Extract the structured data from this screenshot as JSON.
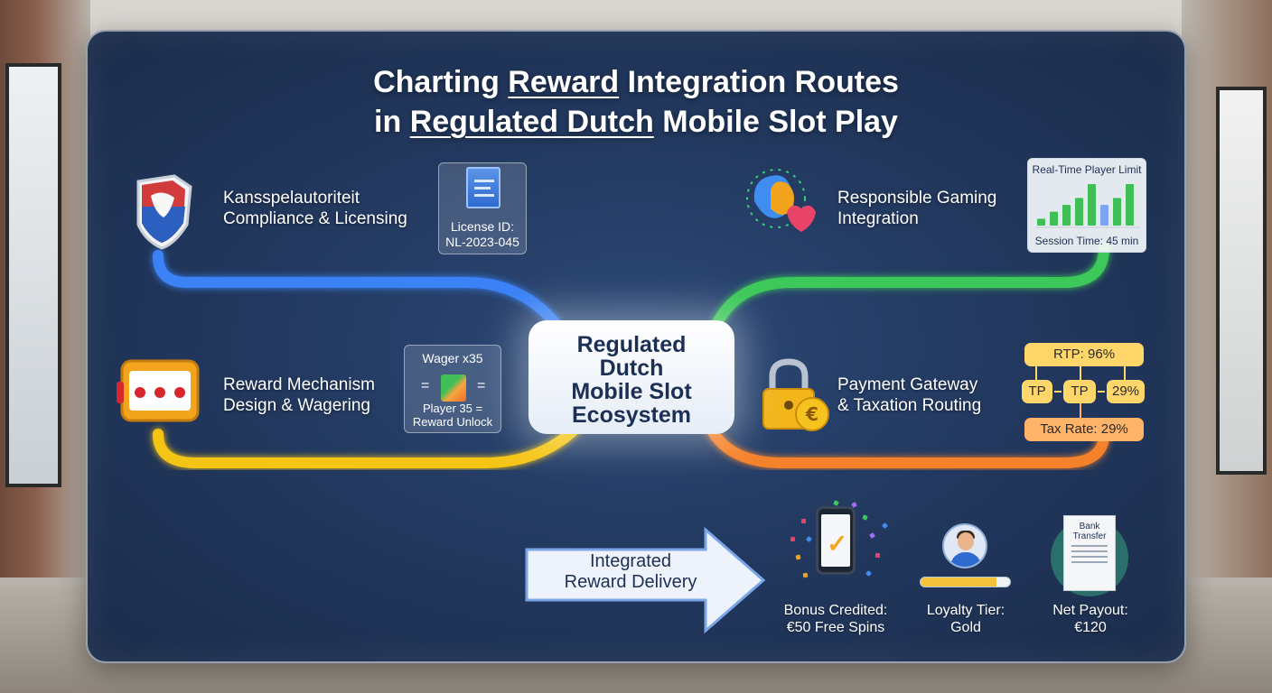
{
  "title": {
    "line1_pre": "Charting ",
    "line1_em": "Reward",
    "line1_post": " Integration Routes",
    "line2_pre": "in ",
    "line2_em": "Regulated Dutch",
    "line2_post": " Mobile Slot Play"
  },
  "center": {
    "lines": [
      "Regulated",
      "Dutch",
      "Mobile Slot",
      "Ecosystem"
    ]
  },
  "nodes": {
    "compliance": {
      "line1": "Kansspelautoriteit",
      "line2": "Compliance & Licensing",
      "icon": "dutch-lion-shield-icon"
    },
    "reward": {
      "line1": "Reward Mechanism",
      "line2": "Design & Wagering",
      "icon": "slot-machine-icon"
    },
    "responsible": {
      "line1": "Responsible Gaming",
      "line2": "Integration",
      "icon": "brain-heart-icon"
    },
    "payment": {
      "line1": "Payment Gateway",
      "line2": "& Taxation Routing",
      "icon": "padlock-euro-icon"
    }
  },
  "license_card": {
    "line1": "License ID:",
    "line2": "NL-2023-045",
    "icon": "document-icon"
  },
  "wager_card": {
    "line1": "Wager x35",
    "eq": "=",
    "line2": "Player 35 =",
    "line3": "Reward Unlock"
  },
  "realtime_card": {
    "title": "Real-Time Player Limit",
    "footer": "Session Time: 45 min",
    "bars": [
      1,
      2,
      3,
      4,
      6,
      3,
      4,
      6
    ],
    "bar_colors": [
      "#3fbf55",
      "#3fbf55",
      "#3fbf55",
      "#3fbf55",
      "#3fbf55",
      "#7ea6f0",
      "#3fbf55",
      "#3fbf55"
    ]
  },
  "tax_flow": {
    "rtp": "RTP: 96%",
    "tp1": "TP",
    "tp2": "TP",
    "pct": "29%",
    "tax": "Tax Rate: 29%"
  },
  "delivery": {
    "line1": "Integrated",
    "line2": "Reward Delivery",
    "icon": "arrow-right-icon"
  },
  "rewards": [
    {
      "line1": "Bonus Credited:",
      "line2": "€50 Free Spins",
      "icon": "phone-check-icon"
    },
    {
      "line1": "Loyalty Tier:",
      "line2": "Gold",
      "icon": "avatar-icon",
      "progress": 0.85
    },
    {
      "line1": "Net Payout:",
      "line2": "€120",
      "icon": "receipt-icon",
      "receipt_line1": "Bank",
      "receipt_line2": "Transfer"
    }
  ],
  "colors": {
    "blue_route": "#3b82f6",
    "yellow_route": "#f5c518",
    "green_route": "#3cc85a",
    "orange_route": "#f5822a",
    "panel": "#22385e"
  }
}
